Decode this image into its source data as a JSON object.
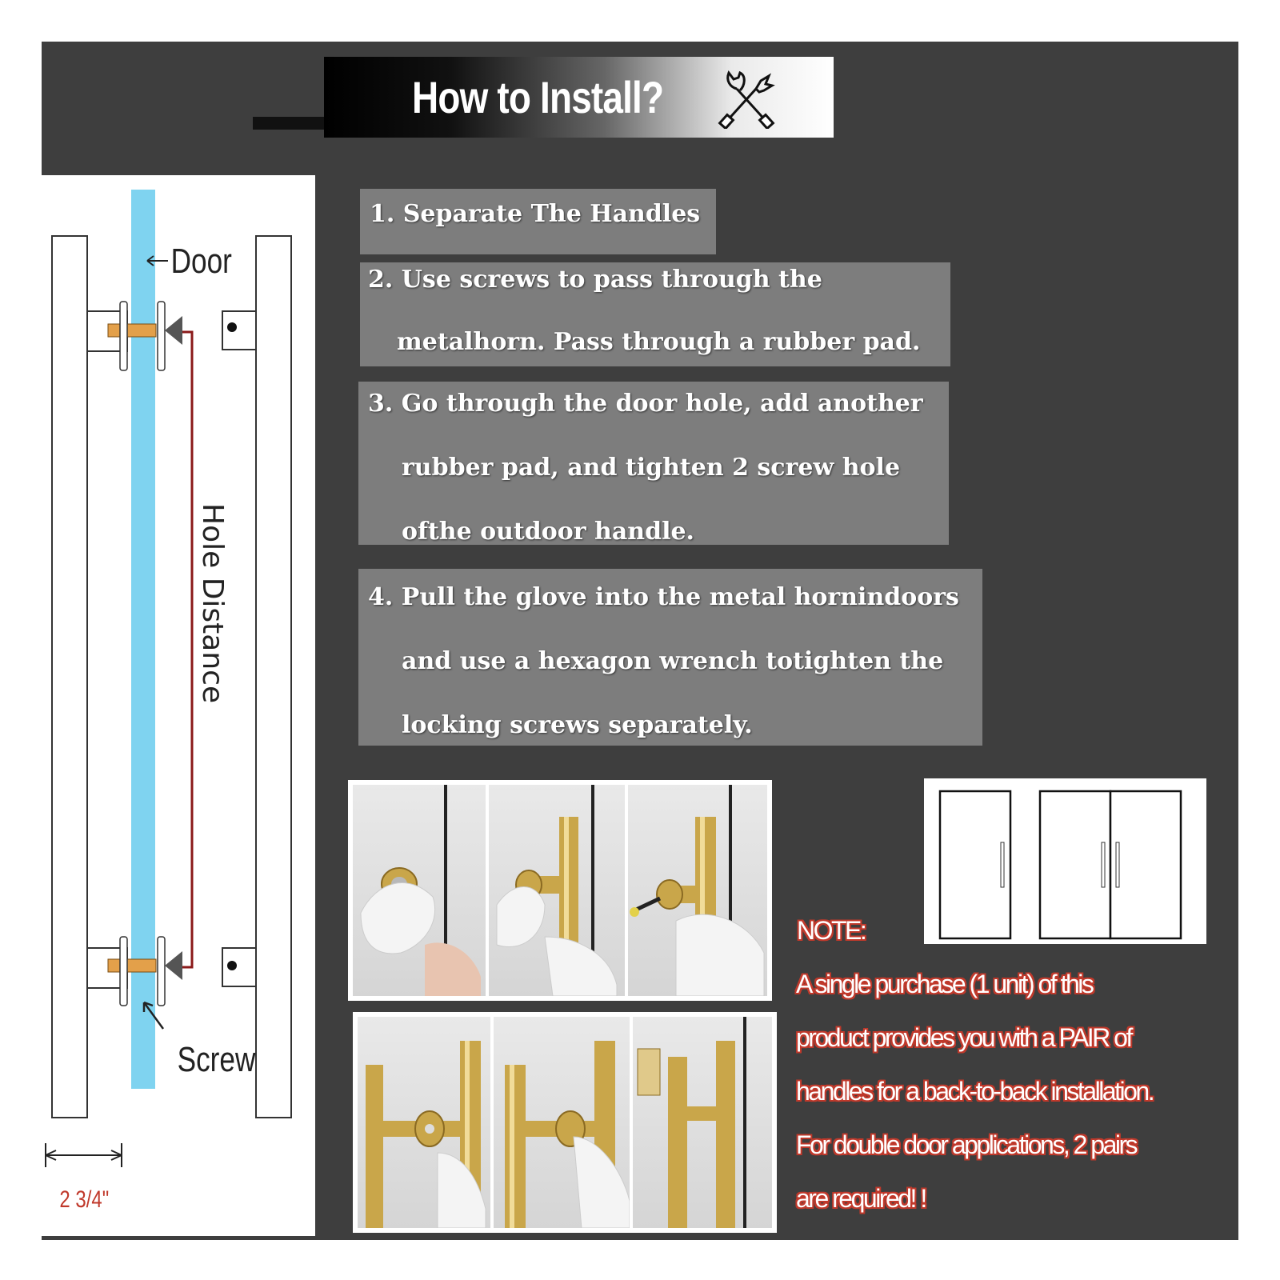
{
  "header": {
    "title": "How to Install?",
    "icon": "tools-icon"
  },
  "diagram": {
    "door_label": "Door",
    "hole_distance_label": "Hole Distance",
    "screw_label": "Screw",
    "width_label": "2 3/4\"",
    "glass_color": "#7fd3f0",
    "measure_color": "#8b1a1a"
  },
  "steps": [
    {
      "lines": [
        "1. Separate The Handles"
      ]
    },
    {
      "lines": [
        "2. Use screws to pass through the",
        "metalhorn. Pass through a rubber pad."
      ]
    },
    {
      "lines": [
        "3. Go through the door hole, add another",
        "rubber pad, and tighten 2 screw hole",
        "ofthe outdoor handle."
      ]
    },
    {
      "lines": [
        "4. Pull the glove into the metal hornindoors",
        "and use a hexagon wrench totighten the",
        "locking screws separately."
      ]
    }
  ],
  "note": {
    "heading": "NOTE:",
    "lines": [
      "A single purchase (1 unit) of this",
      "product provides you with a PAIR of",
      "handles for a back-to-back installation.",
      "For double door applications, 2 pairs",
      "are required! !"
    ],
    "accent": "#c0392b"
  },
  "colors": {
    "panel": "#3e3e3e",
    "step_box": "#7d7d7d",
    "gold": "#c9a64a"
  }
}
